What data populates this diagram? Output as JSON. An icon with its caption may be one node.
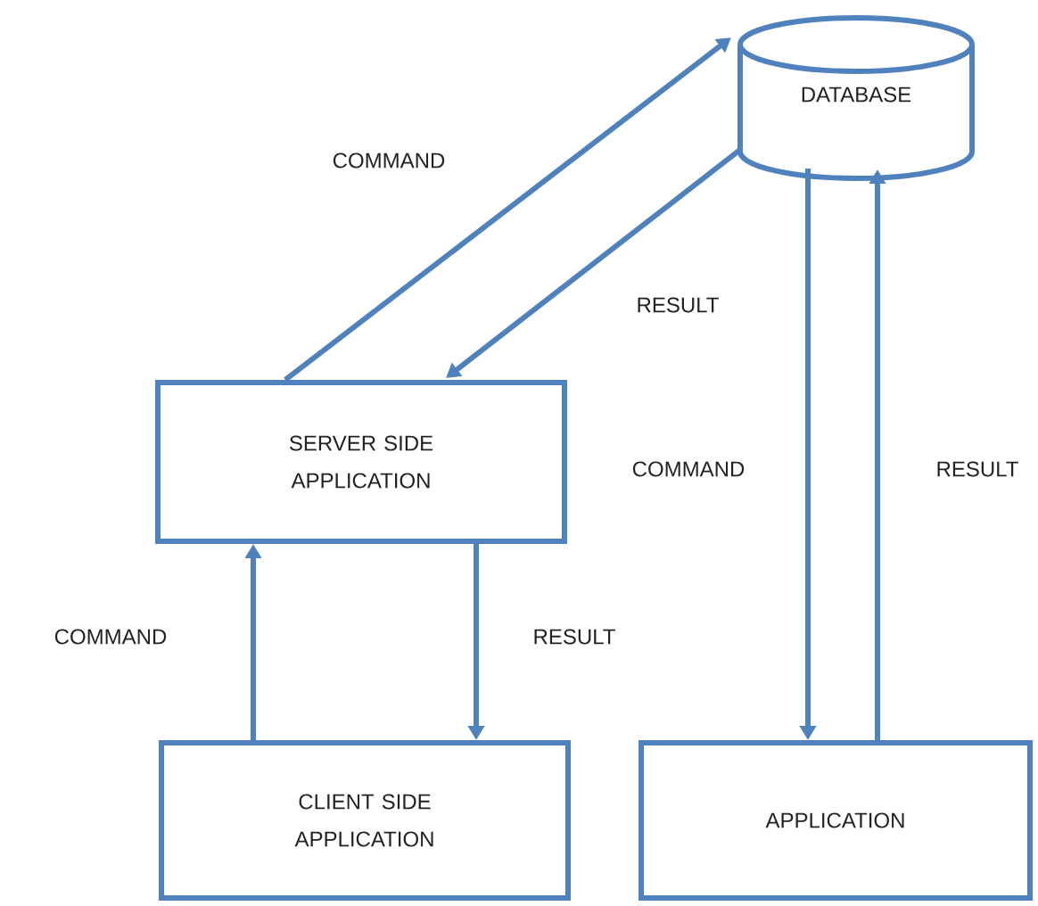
{
  "diagram": {
    "nodes": [
      {
        "text": [
          "DATABASE"
        ]
      },
      {
        "text": [
          "SERVER SIDE APPLICATION"
        ]
      },
      {
        "text": [
          "CLIENT SIDE APPLICATION"
        ]
      },
      {
        "text": [
          "APPLICATION"
        ]
      }
    ],
    "edges": [
      {
        "from": 1,
        "to": 0,
        "arrow": "to",
        "label": "COMMAND"
      },
      {
        "from": 0,
        "to": 1,
        "arrow": "to",
        "label": "RESULT"
      },
      {
        "from": 2,
        "to": 1,
        "arrow": "to",
        "label": "COMMAND"
      },
      {
        "from": 1,
        "to": 2,
        "arrow": "to",
        "label": "RESULT"
      },
      {
        "from": 0,
        "to": 3,
        "arrow": "to",
        "label": "COMMAND"
      },
      {
        "from": 3,
        "to": 0,
        "arrow": "to",
        "label": "RESULT"
      }
    ]
  }
}
